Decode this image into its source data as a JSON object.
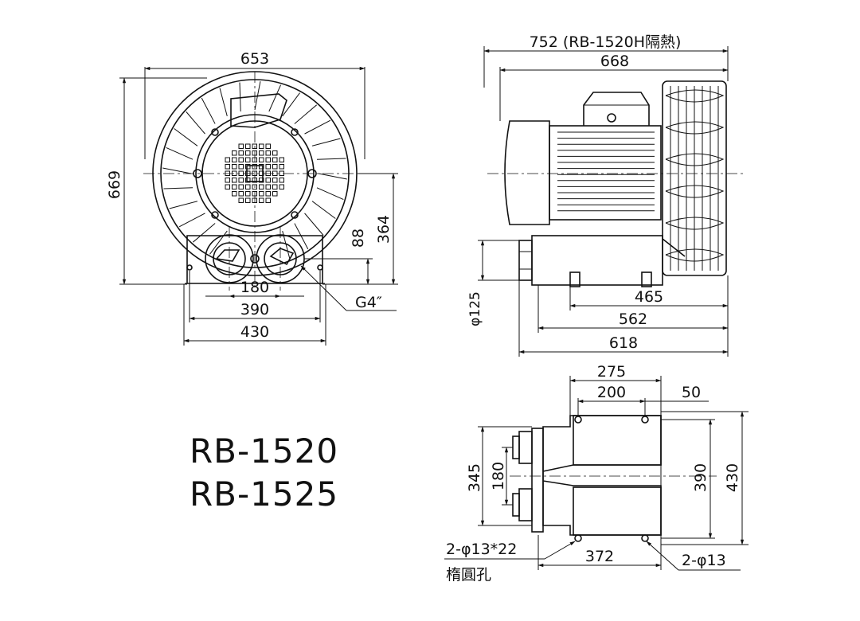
{
  "front_view": {
    "dims": {
      "width": "653",
      "height": "669",
      "center_height": "364",
      "outlet_offset": "88",
      "outlet_spacing": "180",
      "bolt_span": "390",
      "base_width": "430",
      "thread": "G4″"
    }
  },
  "side_view": {
    "dims": {
      "total_insulated": "752 (RB-1520H隔熱)",
      "total": "668",
      "port_diameter": "φ125",
      "d465": "465",
      "d562": "562",
      "d618": "618"
    }
  },
  "base_view": {
    "dims": {
      "d275": "275",
      "d200": "200",
      "d50": "50",
      "d345": "345",
      "d180": "180",
      "d390": "390",
      "d430": "430",
      "d372": "372",
      "slot_holes": "2-φ13*22",
      "slot_note": "楕圓孔",
      "round_holes": "2-φ13"
    }
  },
  "models": [
    "RB-1520",
    "RB-1525"
  ]
}
